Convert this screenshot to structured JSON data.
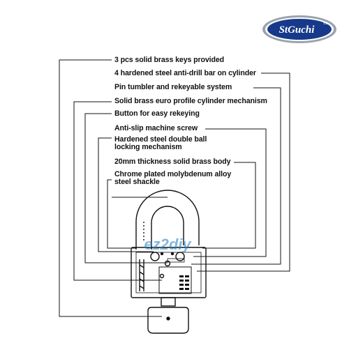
{
  "logo": {
    "brand": "StGuchi",
    "tm": "TM"
  },
  "watermark": "ez2diy",
  "labels": [
    {
      "id": "keys",
      "text": "3 pcs solid brass keys provided"
    },
    {
      "id": "antidrill",
      "text": "4 hardened steel anti-drill bar on cylinder"
    },
    {
      "id": "pintumbler",
      "text": "Pin tumbler and rekeyable system"
    },
    {
      "id": "euro",
      "text": "Solid brass euro profile cylinder mechanism"
    },
    {
      "id": "button",
      "text": "Button for easy rekeying"
    },
    {
      "id": "antislip",
      "text": "Anti-slip machine screw"
    },
    {
      "id": "doubleball",
      "lines": [
        "Hardened steel double ball",
        "locking mechanism"
      ]
    },
    {
      "id": "body",
      "text": "20mm thickness solid brass body"
    },
    {
      "id": "shackle",
      "lines": [
        "Chrome plated molybdenum alloy",
        "steel shackle"
      ]
    }
  ],
  "colors": {
    "logo_outer": "#9aa3ad",
    "logo_inner": "#17398a",
    "logo_text": "#ffffff",
    "watermark": "#1f7fc0",
    "lines": "#111111"
  }
}
